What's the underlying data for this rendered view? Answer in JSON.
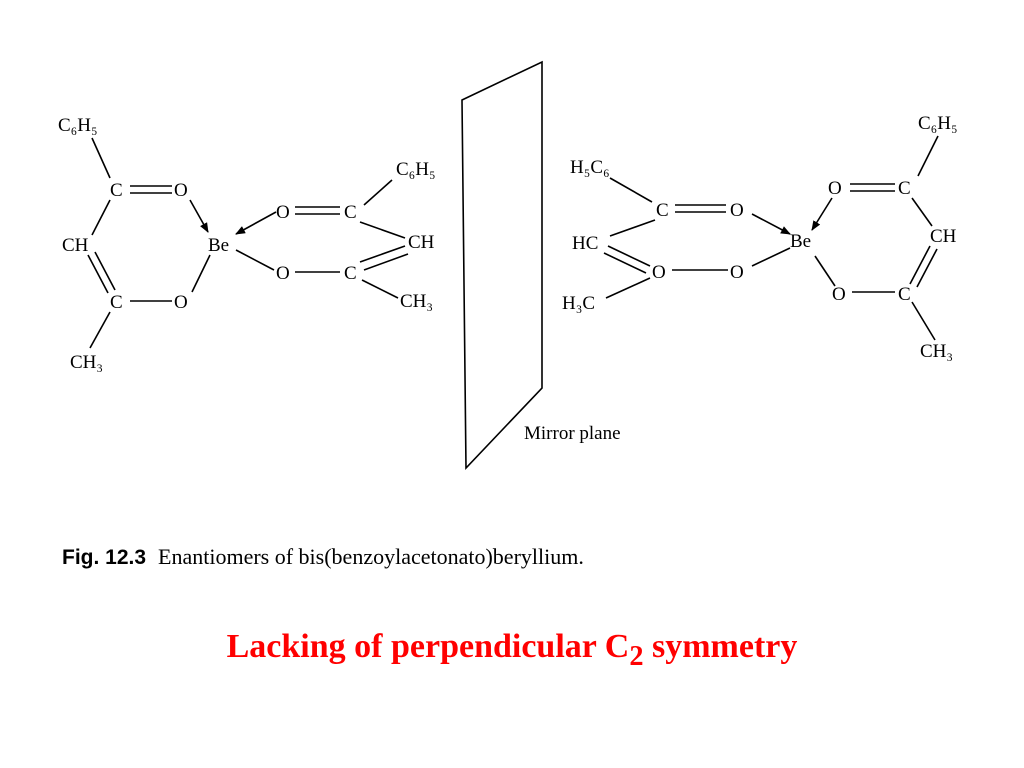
{
  "diagram": {
    "left_molecule": {
      "c6h5_top": "C₆H₅",
      "c_carbonyl": "C",
      "o_carbonyl": "O",
      "ch": "CH",
      "c_enol": "C",
      "o_enol": "O",
      "ch3_bottom": "CH₃",
      "be": "Be",
      "o_right_top": "O",
      "c_right_top": "C",
      "c6h5_right": "C₆H₅",
      "ch_right": "CH",
      "o_right_bottom": "O",
      "c_right_bottom": "C",
      "ch3_right": "CH₃"
    },
    "right_molecule": {
      "h5c6": "H₅C₆",
      "c_left_top": "C",
      "o_left_top": "O",
      "hc": "HC",
      "o_left_mid": "O",
      "o_left_bottom": "O",
      "h3c": "H₃C",
      "be": "Be",
      "c6h5_top": "C₆H₅",
      "o_carbonyl": "O",
      "c_carbonyl": "C",
      "ch": "CH",
      "o_enol": "O",
      "c_enol": "C",
      "ch3_bottom": "CH₃"
    },
    "mirror_label": "Mirror plane"
  },
  "caption": {
    "label": "Fig. 12.3",
    "text": "Enantiomers of bis(benzoylacetonato)beryllium."
  },
  "subtitle": {
    "prefix": "Lacking of perpendicular C",
    "subscript": "2",
    "suffix": " symmetry",
    "color": "#ff0000"
  }
}
